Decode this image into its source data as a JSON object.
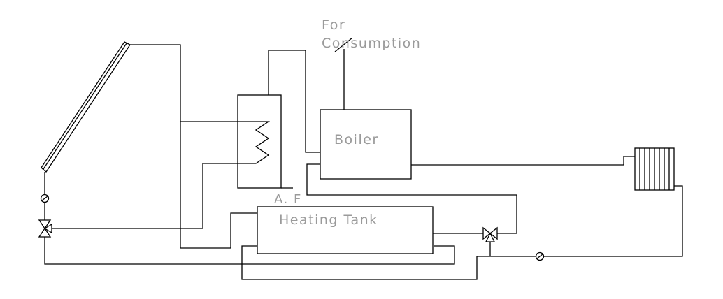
{
  "diagram": {
    "labels": {
      "for": "For",
      "consumption": "Consumption",
      "boiler": "Boiler",
      "af": "A. F",
      "heating_tank": "Heating Tank"
    },
    "components": [
      "solar-collector",
      "heat-exchanger-tank",
      "boiler",
      "heating-tank",
      "radiator",
      "pump",
      "pump",
      "three-way-valve",
      "three-way-valve"
    ],
    "colors": {
      "line": "#000000",
      "label": "#9a9a9a",
      "background": "#ffffff"
    }
  }
}
